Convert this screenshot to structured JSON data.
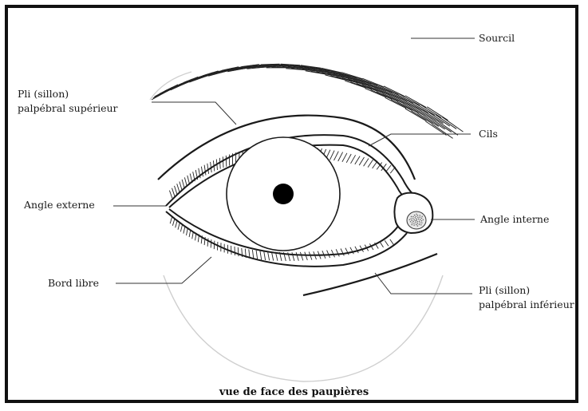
{
  "labels": {
    "sourcil": "Sourcil",
    "pli_superieur_1": "Pli (sillon)",
    "pli_superieur_2": "palpébral supérieur",
    "cils": "Cils",
    "angle_externe": "Angle externe",
    "angle_interne": "Angle  interne",
    "bord_libre": "Bord libre",
    "pli_inferieur_1": "Pli (sillon)",
    "pli_inferieur_2": "palpébral inférieur"
  },
  "caption": "vue de face des paupières",
  "colors": {
    "frame": "#111111",
    "ink": "#1a1a1a",
    "pupil": "#000000",
    "faint_circle": "#cfcfcf"
  }
}
